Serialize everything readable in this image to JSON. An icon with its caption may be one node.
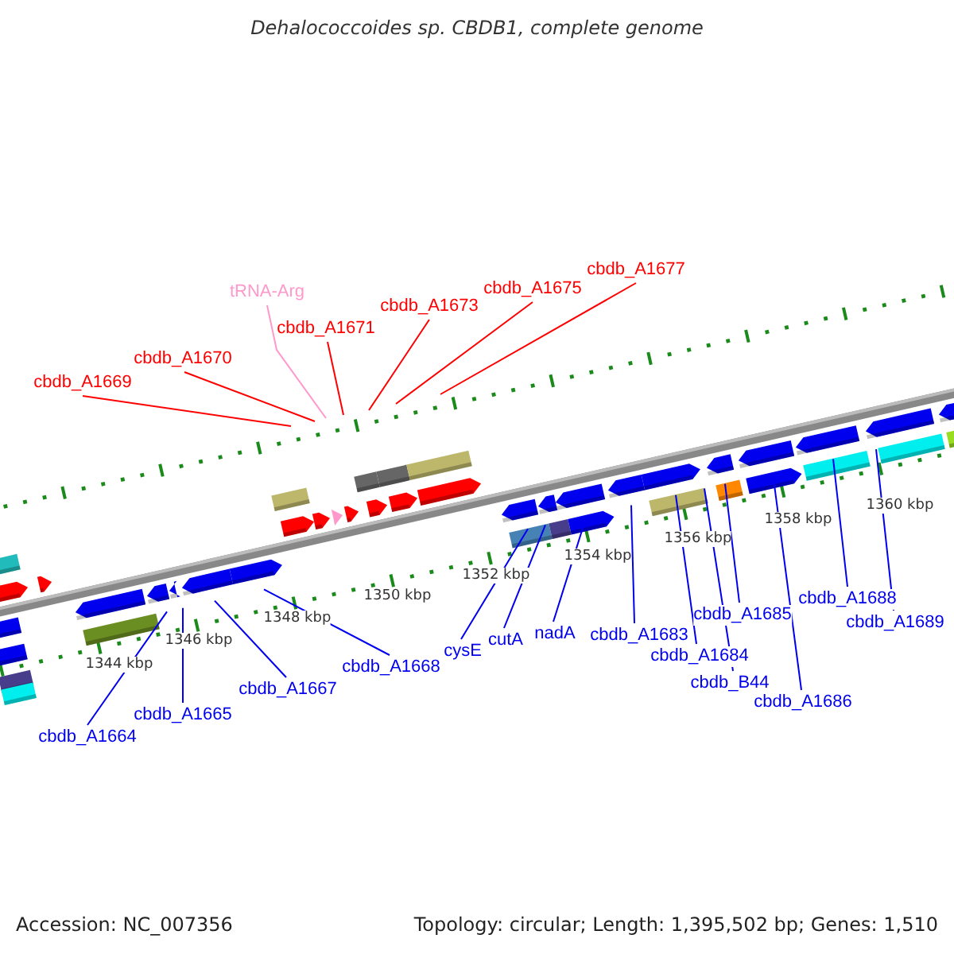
{
  "diagram": {
    "title": "Dehalococcoides sp. CBDB1, complete genome",
    "nodes": [
      {
        "text": [
          "cbdb_A1677"
        ]
      },
      {
        "text": [
          "tRNA-Arg"
        ]
      },
      {
        "text": [
          "cbdb_A1675"
        ]
      },
      {
        "text": [
          "cbdb_A1673"
        ]
      },
      {
        "text": [
          "cbdb_A1671"
        ]
      },
      {
        "text": [
          "cbdb_A1670"
        ]
      },
      {
        "text": [
          "cbdb_A1669"
        ]
      },
      {
        "text": [
          "cbdb_A1688"
        ]
      },
      {
        "text": [
          "cbdb_A1685"
        ]
      },
      {
        "text": [
          "cbdb_A1689"
        ]
      },
      {
        "text": [
          "cbdb_A1683"
        ]
      },
      {
        "text": [
          "cysE"
        ]
      },
      {
        "text": [
          "cutA"
        ]
      },
      {
        "text": [
          "nadA"
        ]
      },
      {
        "text": [
          "cbdb_A1684"
        ]
      },
      {
        "text": [
          "cbdb_A1668"
        ]
      },
      {
        "text": [
          "cbdb_B44"
        ]
      },
      {
        "text": [
          "cbdb_A1667"
        ]
      },
      {
        "text": [
          "cbdb_A1686"
        ]
      },
      {
        "text": [
          "cbdb_A1665"
        ]
      },
      {
        "text": [
          "cbdb_A1664"
        ]
      }
    ],
    "edges": [
      {
        "from": 0,
        "to": null,
        "arrow": "none",
        "color": "#ff0000"
      },
      {
        "from": 1,
        "to": null,
        "arrow": "none",
        "color": "#ff99cc"
      },
      {
        "from": 2,
        "to": null,
        "arrow": "none",
        "color": "#ff0000"
      },
      {
        "from": 3,
        "to": null,
        "arrow": "none",
        "color": "#ff0000"
      },
      {
        "from": 4,
        "to": null,
        "arrow": "none",
        "color": "#ff0000"
      },
      {
        "from": 5,
        "to": null,
        "arrow": "none",
        "color": "#ff0000"
      },
      {
        "from": 6,
        "to": null,
        "arrow": "none",
        "color": "#ff0000"
      },
      {
        "from": 7,
        "to": null,
        "arrow": "none"
      },
      {
        "from": 8,
        "to": null,
        "arrow": "none"
      },
      {
        "from": 9,
        "to": null,
        "arrow": "none"
      },
      {
        "from": 10,
        "to": null,
        "arrow": "none"
      },
      {
        "from": 11,
        "to": null,
        "arrow": "none"
      },
      {
        "from": 12,
        "to": null,
        "arrow": "none"
      },
      {
        "from": 13,
        "to": null,
        "arrow": "none"
      },
      {
        "from": 14,
        "to": null,
        "arrow": "none"
      },
      {
        "from": 15,
        "to": null,
        "arrow": "none"
      },
      {
        "from": 16,
        "to": null,
        "arrow": "none"
      },
      {
        "from": 17,
        "to": null,
        "arrow": "none"
      },
      {
        "from": 18,
        "to": null,
        "arrow": "none"
      },
      {
        "from": 19,
        "to": null,
        "arrow": "none"
      },
      {
        "from": 20,
        "to": null,
        "arrow": "none"
      }
    ],
    "labels": [
      "1360 kbp",
      "1358 kbp",
      "1356 kbp",
      "1354 kbp",
      "1352 kbp",
      "1350 kbp",
      "1348 kbp",
      "1346 kbp",
      "1344 kbp",
      "Accession: NC_007356",
      "Topology: circular; Length: 1,395,502 bp; Genes: 1,510"
    ]
  }
}
